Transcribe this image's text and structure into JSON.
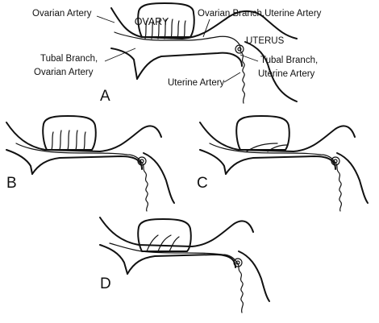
{
  "labels": {
    "ovarian_artery": "Ovarian Artery",
    "ovary": "OVARY",
    "ovarian_branch_uterine_artery": "Ovarian Branch,Uterine Artery",
    "uterus": "UTERUS",
    "tubal_branch_ovarian_artery_line1": "Tubal Branch,",
    "tubal_branch_ovarian_artery_line2": "Ovarian Artery",
    "tubal_branch_uterine_artery_line1": "Tubal Branch,",
    "tubal_branch_uterine_artery_line2": "Uterine Artery",
    "uterine_artery": "Uterine Artery"
  },
  "panels": [
    "A",
    "B",
    "C",
    "D"
  ]
}
